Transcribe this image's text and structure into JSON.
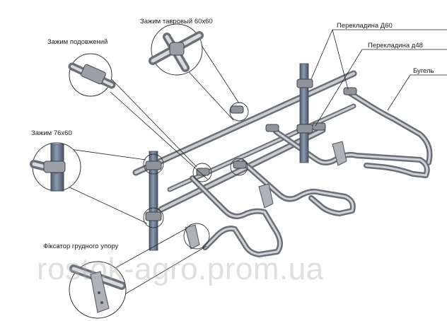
{
  "labels": {
    "clamp_tee": "Зажим тавровый 60х60",
    "clamp_extension": "Зажим подовжений",
    "clamp_76": "Зажим 76х60",
    "crossbar_60": "Перекладина Д60",
    "crossbar_48": "Перекладина д48",
    "bracket": "Бугель",
    "chest_stop": "Фіксатор грудного упору"
  },
  "watermark": "rostok-agro.prom.ua",
  "colors": {
    "pipe": "#9a9ea3",
    "pipe_dark": "#5a5f66",
    "post": "#6f7d91",
    "leader": "#222222",
    "watermark": "#aaaaaa"
  }
}
